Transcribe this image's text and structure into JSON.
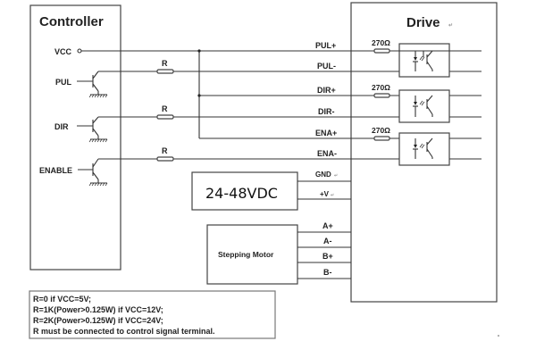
{
  "controller": {
    "title": "Controller",
    "pins": {
      "vcc": "VCC",
      "pul": "PUL",
      "dir": "DIR",
      "enable": "ENABLE"
    },
    "resistor_label": "R"
  },
  "drive": {
    "title": "Drive",
    "title_mark": "↵",
    "terminals": {
      "pul_plus": "PUL+",
      "pul_minus": "PUL-",
      "dir_plus": "DIR+",
      "dir_minus": "DIR-",
      "ena_plus": "ENA+",
      "ena_minus": "ENA-",
      "gnd": "GND",
      "v_plus": "+V",
      "a_plus": "A+",
      "a_minus": "A-",
      "b_plus": "B+",
      "b_minus": "B-"
    },
    "terminal_mark": "↵",
    "input_resistor": "270Ω"
  },
  "power_supply": {
    "label": "24-48VDC"
  },
  "motor": {
    "label": "Stepping Motor"
  },
  "notes": [
    "R=0 if VCC=5V;",
    "R=1K(Power>0.125W) if VCC=12V;",
    "R=2K(Power>0.125W) if VCC=24V;",
    "R must be connected to control signal terminal."
  ]
}
